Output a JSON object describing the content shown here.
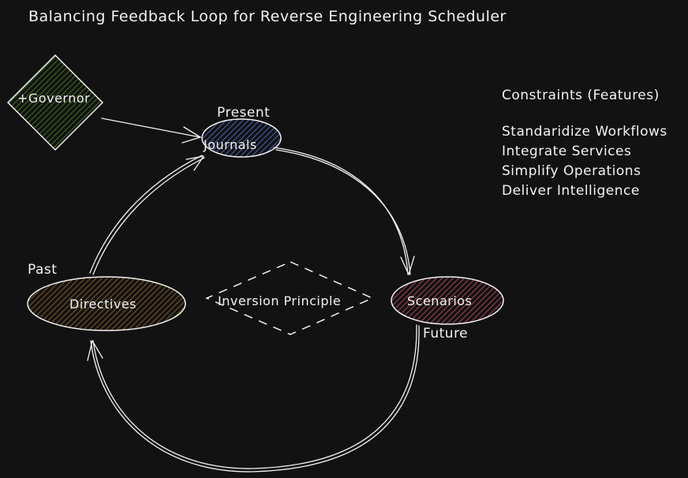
{
  "title": "Balancing Feedback Loop for Reverse Engineering Scheduler",
  "nodes": {
    "governor": {
      "label": "+Governor",
      "fill": "#2e4a16"
    },
    "journals": {
      "label": "Journals",
      "tag": "Present",
      "fill": "#3d4c8a"
    },
    "scenarios": {
      "label": "Scenarios",
      "tag": "Future",
      "fill": "#8a3a44"
    },
    "directives": {
      "label": "Directives",
      "tag": "Past",
      "fill": "#6b4a1e"
    },
    "inversion": {
      "label": "Inversion Principle"
    }
  },
  "constraints": {
    "heading": "Constraints (Features)",
    "items": [
      "Standaridize Workflows",
      "Integrate Services",
      "Simplify Operations",
      "Deliver Intelligence"
    ]
  },
  "colors": {
    "background": "#121212",
    "stroke": "#f2f2f2"
  }
}
